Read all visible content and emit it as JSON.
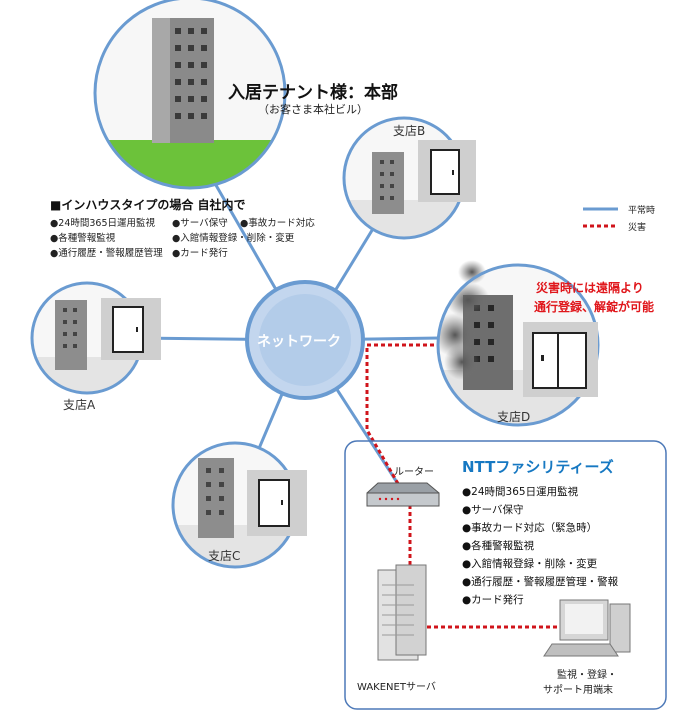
{
  "hq": {
    "title": "入居テナント様：本部",
    "subtitle": "（お客さま本社ビル）"
  },
  "inhouse": {
    "title": "■インハウスタイプの場合 自社内で",
    "items": [
      "●24時間365日運用監視",
      "●各種警報監視",
      "●通行履歴・警報履歴管理",
      "●サーバ保守",
      "●事故カード対応",
      "●入館情報登録・削除・変更",
      "●カード発行"
    ]
  },
  "branches": {
    "a": "支店A",
    "b": "支店B",
    "c": "支店C",
    "d": "支店D"
  },
  "network_label": "ネットワーク",
  "legend": {
    "normal": "平常時",
    "disaster": "災害"
  },
  "disaster_note": {
    "line1": "災害時には遠隔より",
    "line2": "通行登録、解錠が可能"
  },
  "ntt": {
    "title": "NTTファシリティーズ",
    "items": [
      "●24時間365日運用監視",
      "●サーバ保守",
      "●事故カード対応（緊急時）",
      "●各種警報監視",
      "●入館情報登録・削除・変更",
      "●通行履歴・警報履歴管理・警報",
      "●カード発行"
    ],
    "router_label": "ルーター",
    "server_label": "WAKENETサーバ",
    "terminal_label_1": "監視・登録・",
    "terminal_label_2": "サポート用端末"
  },
  "colors": {
    "normal_line": "#6a9bd1",
    "disaster_line": "#d0141b",
    "node_fill": "#c3d6ee",
    "ntt_title": "#1678c2",
    "alert": "#e0161b",
    "grass": "#6cc23a"
  }
}
